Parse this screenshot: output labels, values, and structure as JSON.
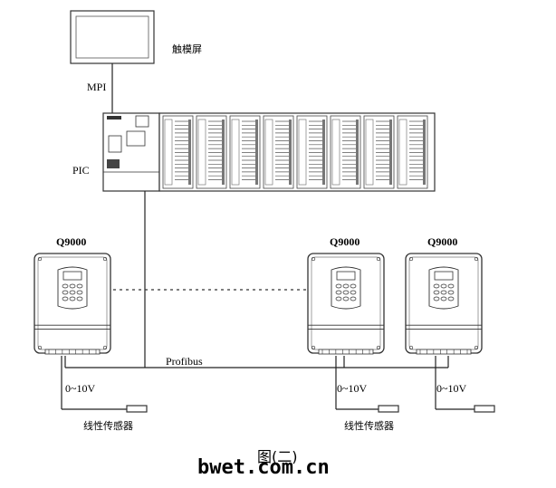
{
  "labels": {
    "touch_screen": "触模屏",
    "mpi": "MPI",
    "plc": "PIC",
    "profibus": "Profibus",
    "inverter_model": "Q9000",
    "voltage_range": "0~10V",
    "sensor": "线性传感器",
    "caption": "图(二)",
    "watermark": "bwet.com.cn"
  }
}
